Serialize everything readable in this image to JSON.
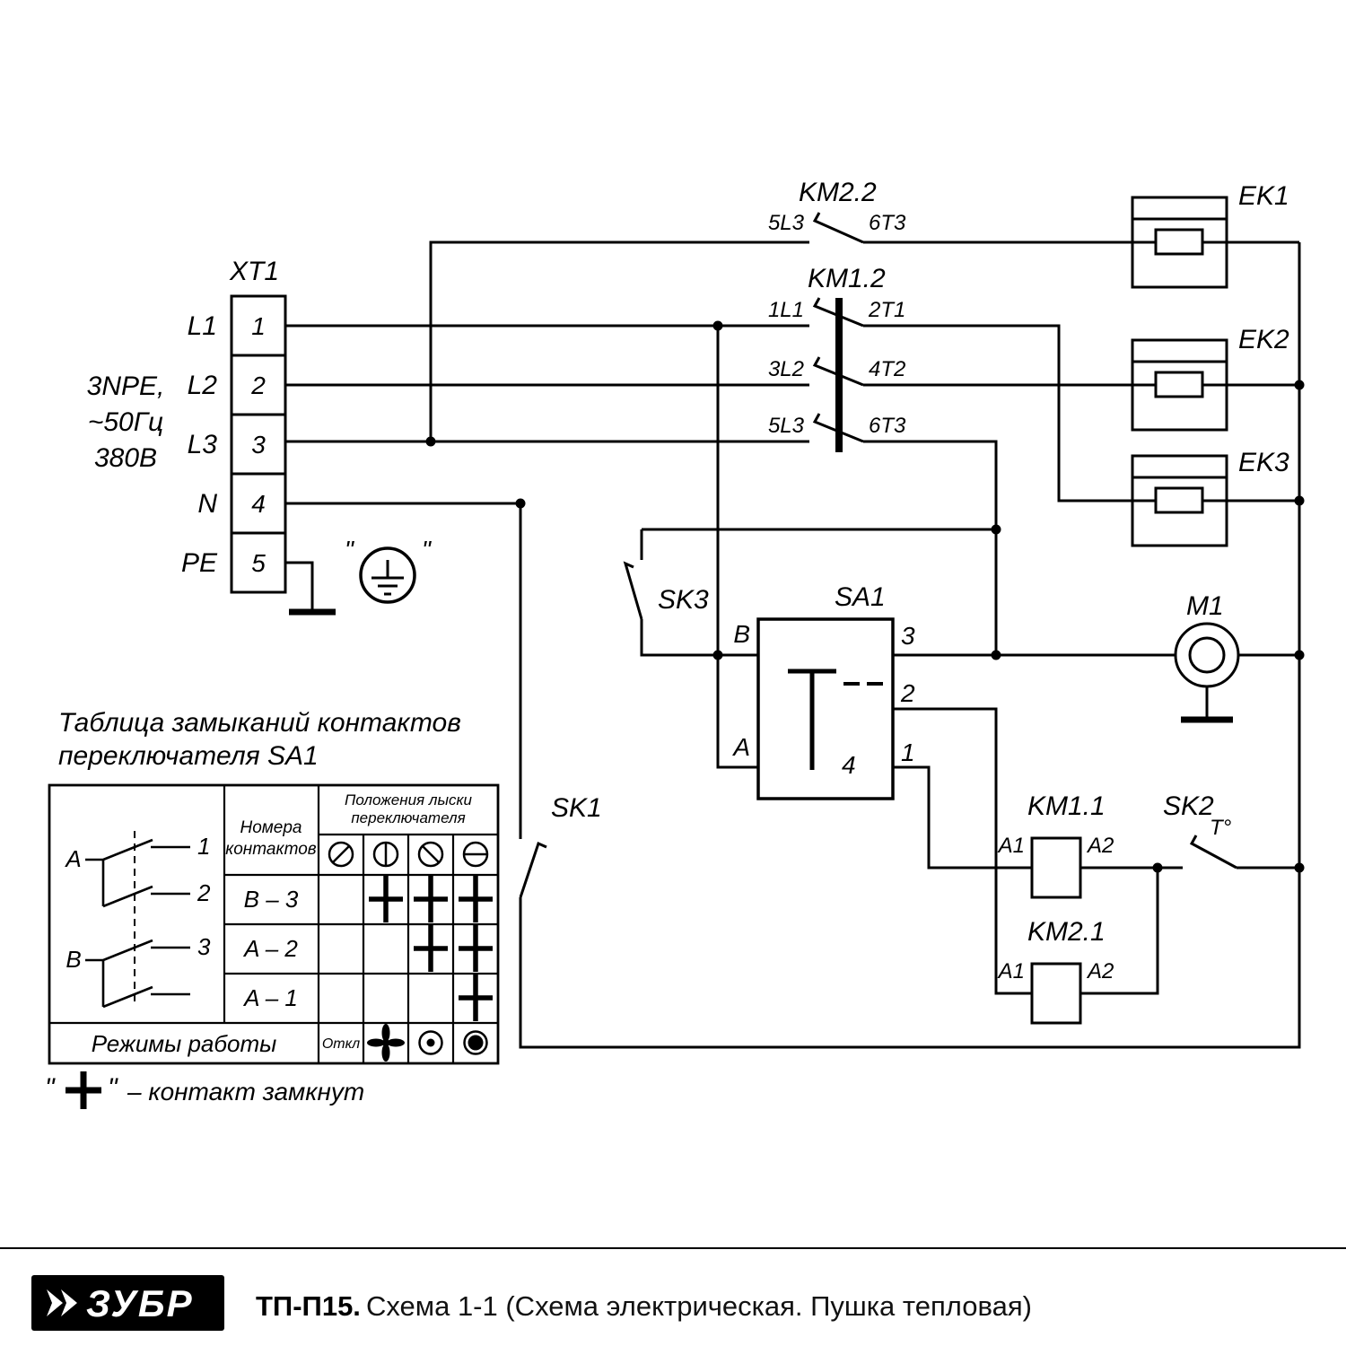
{
  "colors": {
    "ink": "#000000",
    "bg": "#ffffff"
  },
  "xt1": {
    "label": "XT1",
    "terminals": [
      {
        "num": "1",
        "line": "L1"
      },
      {
        "num": "2",
        "line": "L2"
      },
      {
        "num": "3",
        "line": "L3"
      },
      {
        "num": "4",
        "line": "N"
      },
      {
        "num": "5",
        "line": "PE"
      }
    ],
    "supply": [
      "3NPE,",
      "~50Гц",
      "380В"
    ]
  },
  "earth": {
    "q1": "\"",
    "q2": "\""
  },
  "km22": {
    "label": "KM2.2",
    "in": "5L3",
    "out": "6T3"
  },
  "km12": {
    "label": "KM1.2",
    "poles": [
      {
        "in": "1L1",
        "out": "2T1"
      },
      {
        "in": "3L2",
        "out": "4T2"
      },
      {
        "in": "5L3",
        "out": "6T3"
      }
    ]
  },
  "heaters": [
    {
      "label": "EK1"
    },
    {
      "label": "EK2"
    },
    {
      "label": "EK3"
    }
  ],
  "sa1": {
    "label": "SA1",
    "b": "B",
    "a": "A",
    "c3": "3",
    "c2": "2",
    "c1": "1",
    "c4": "4"
  },
  "sk1": {
    "label": "SK1"
  },
  "sk2": {
    "label": "SK2",
    "temp": "T°"
  },
  "sk3": {
    "label": "SK3"
  },
  "m1": {
    "label": "M1"
  },
  "km11": {
    "label": "KM1.1",
    "a1": "A1",
    "a2": "A2"
  },
  "km21": {
    "label": "KM2.1",
    "a1": "A1",
    "a2": "A2"
  },
  "table": {
    "title_line1": "Таблица замыканий контактов",
    "title_line2": "переключателя SA1",
    "col_contacts_line1": "Номера",
    "col_contacts_line2": "контактов",
    "col_positions_line1": "Положения лыски",
    "col_positions_line2": "переключателя",
    "side_a": "A",
    "side_b": "B",
    "contact_nums": [
      "1",
      "2",
      "3"
    ],
    "rows": [
      {
        "contact": "B – 3",
        "closed": [
          2,
          3,
          4
        ]
      },
      {
        "contact": "A – 2",
        "closed": [
          3,
          4
        ]
      },
      {
        "contact": "A – 1",
        "closed": [
          4
        ]
      }
    ],
    "modes_label": "Режимы работы",
    "mode_off": "Откл"
  },
  "legend": {
    "q1": "\"",
    "q2": "\"",
    "text": "– контакт замкнут"
  },
  "footer": {
    "brand": "ЗУБР",
    "model": "ТП-П15.",
    "title": "Схема 1-1 (Схема электрическая. Пушка тепловая)"
  }
}
